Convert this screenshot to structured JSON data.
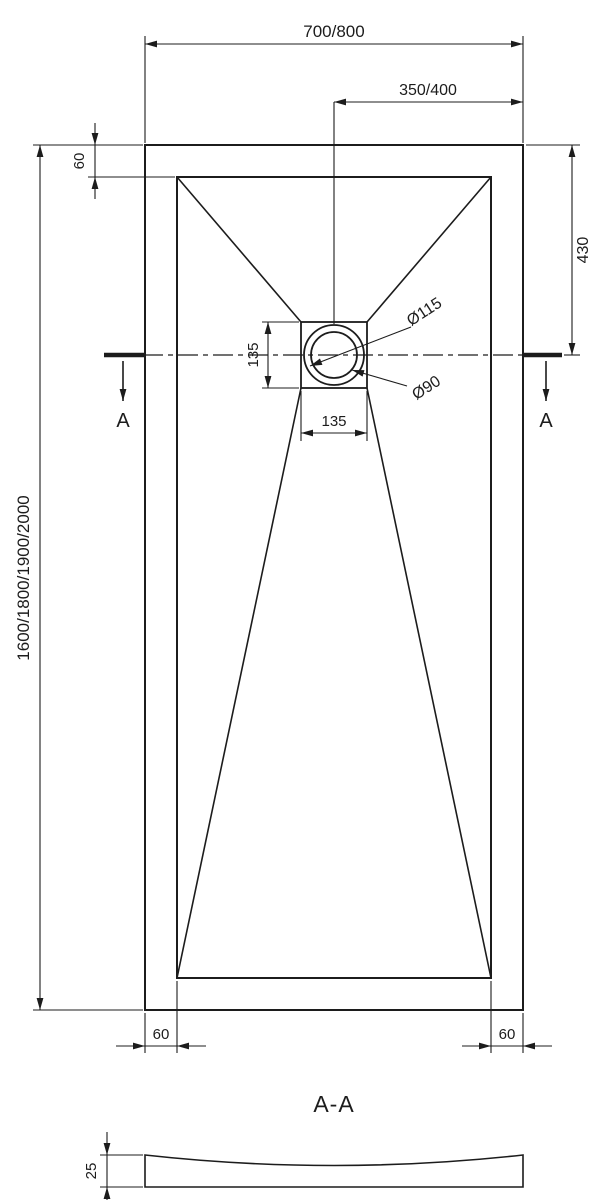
{
  "colors": {
    "ink": "#1c1c1c",
    "background": "#ffffff"
  },
  "top_view": {
    "dim_width": "700/800",
    "dim_half_width": "350/400",
    "dim_top_inset": "60",
    "dim_drain_from_top": "430",
    "dim_length": "1600/1800/1900/2000",
    "dim_drain_box_height": "135",
    "dim_drain_box_width": "135",
    "label_drain_outer_dia": "Ø115",
    "label_drain_inner_dia": "Ø90",
    "section_marker_left": "A",
    "section_marker_right": "A",
    "dim_bottom_inset_left": "60",
    "dim_bottom_inset_right": "60"
  },
  "section_view": {
    "title": "A-A",
    "dim_thickness": "25"
  }
}
